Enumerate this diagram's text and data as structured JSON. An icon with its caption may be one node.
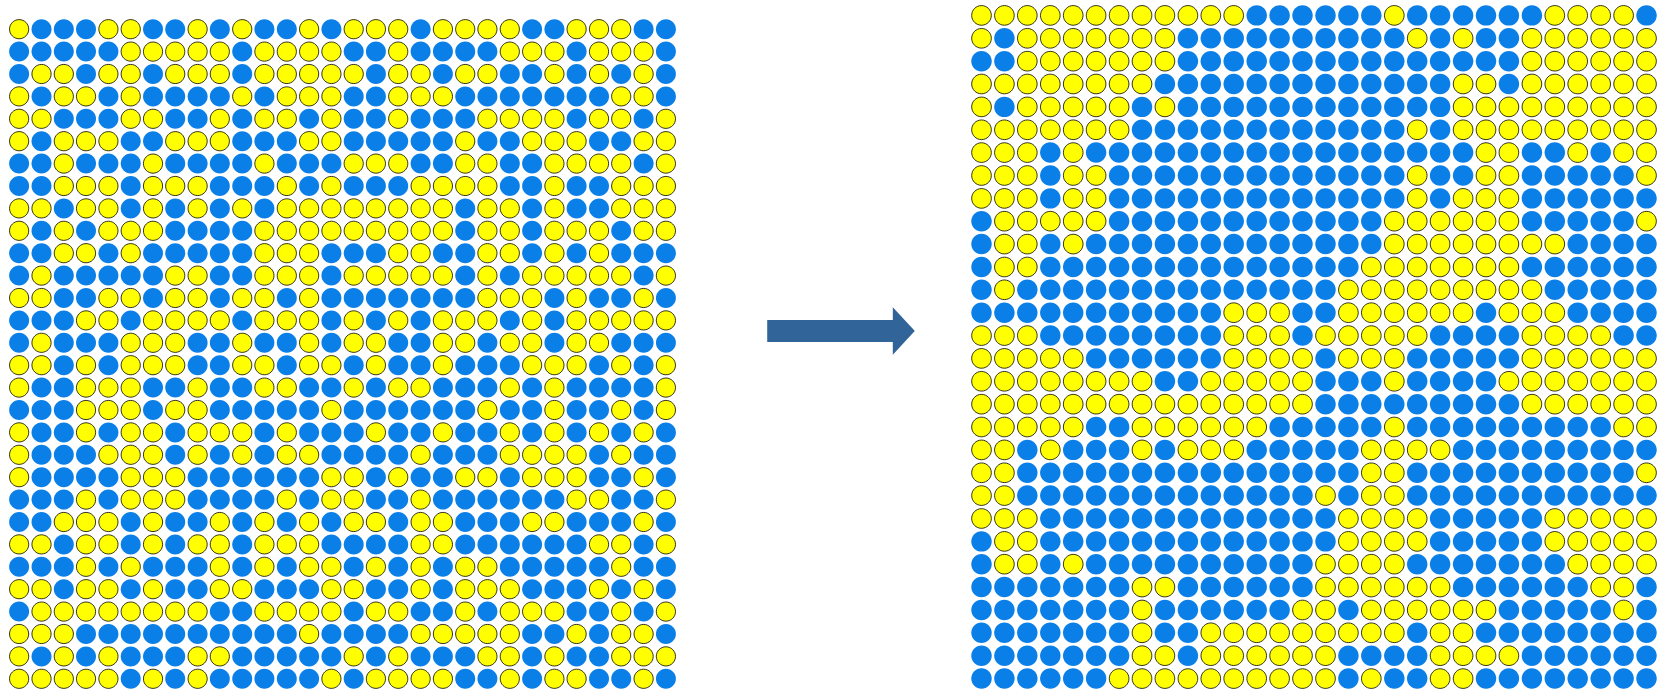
{
  "diagram": {
    "nodes": [
      {
        "text": [],
        "shape": "grid"
      },
      {
        "text": [],
        "shape": "grid"
      }
    ],
    "edges": [
      {
        "from": 0,
        "to": 1,
        "arrow": "to"
      }
    ]
  }
}
